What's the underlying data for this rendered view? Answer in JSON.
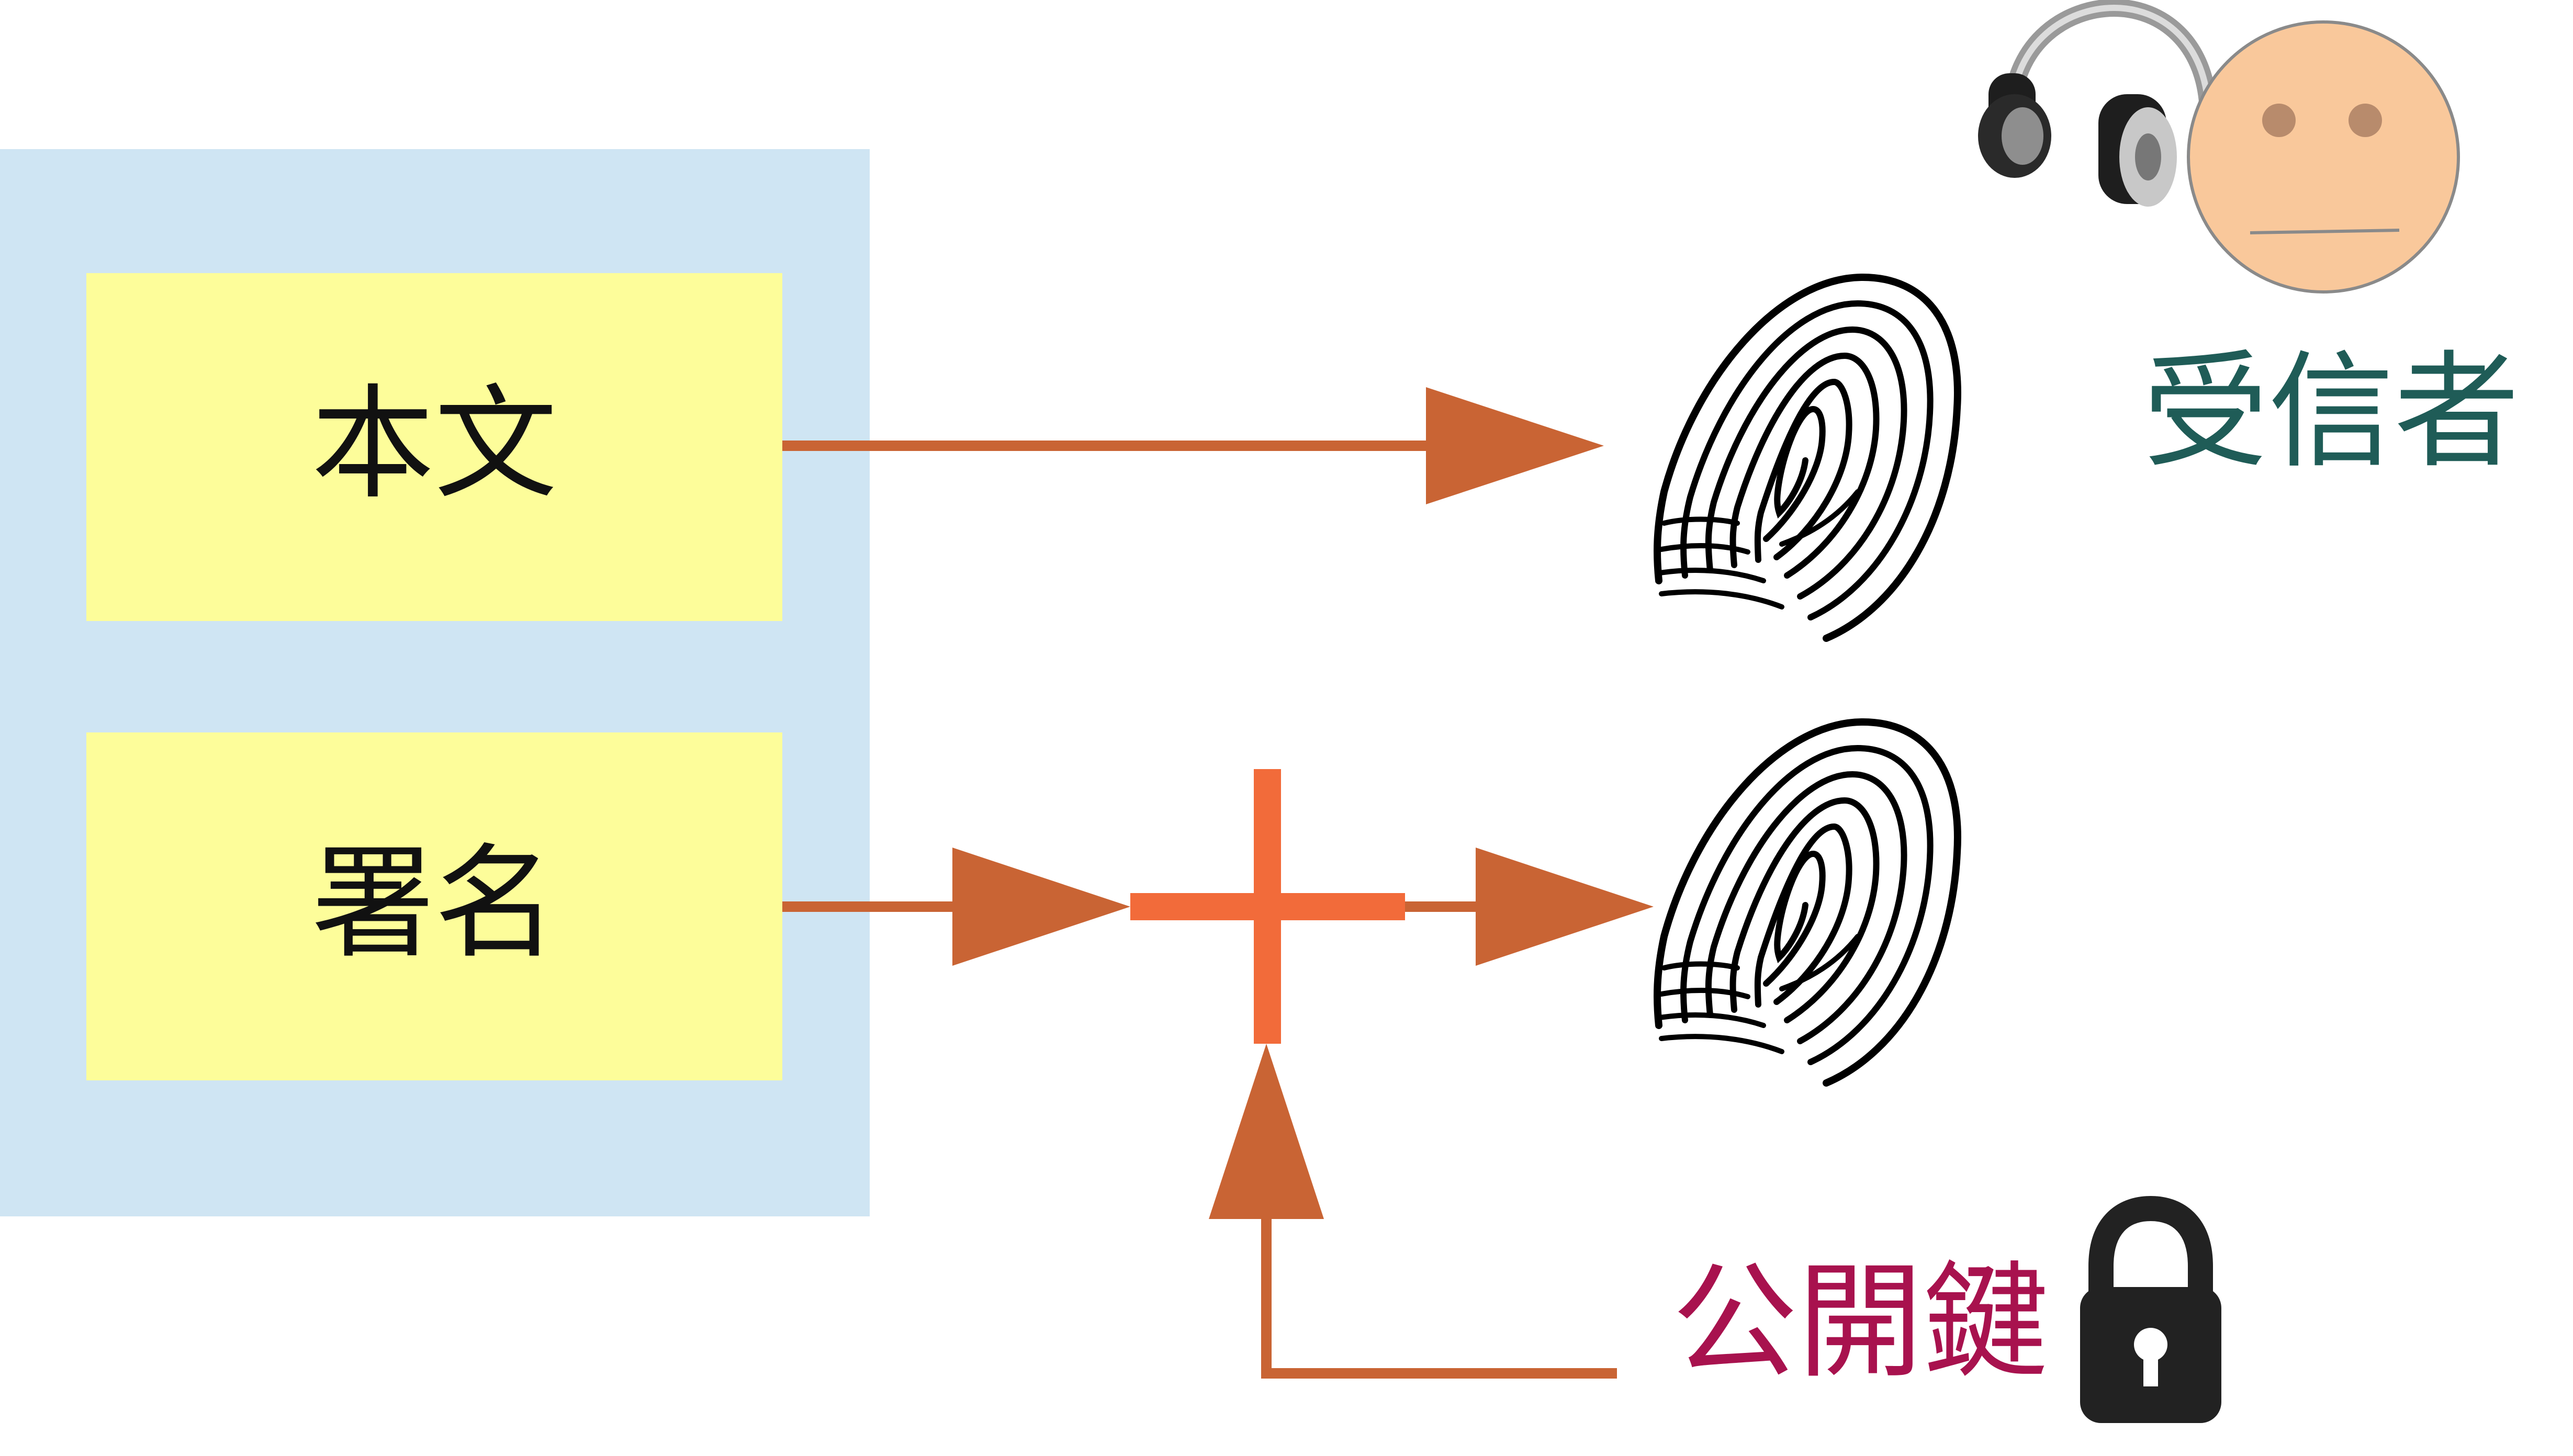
{
  "message": {
    "body_label": "本文",
    "signature_label": "署名"
  },
  "receiver": {
    "label": "受信者",
    "label_color": "#1f5c57",
    "has_headphones": true
  },
  "public_key": {
    "label": "公開鍵",
    "label_color": "#a8124e",
    "icon": "padlock-icon"
  },
  "icons": {
    "fingerprint": "fingerprint-icon",
    "combine": "plus-icon",
    "headphones": "headphones-icon",
    "face": "face-icon"
  },
  "colors": {
    "container_bg": "#cfe5f3",
    "box_fill": "#fdfd9a",
    "arrow": "#c96434",
    "plus": "#f26b3a",
    "face": "#f9c89b"
  }
}
